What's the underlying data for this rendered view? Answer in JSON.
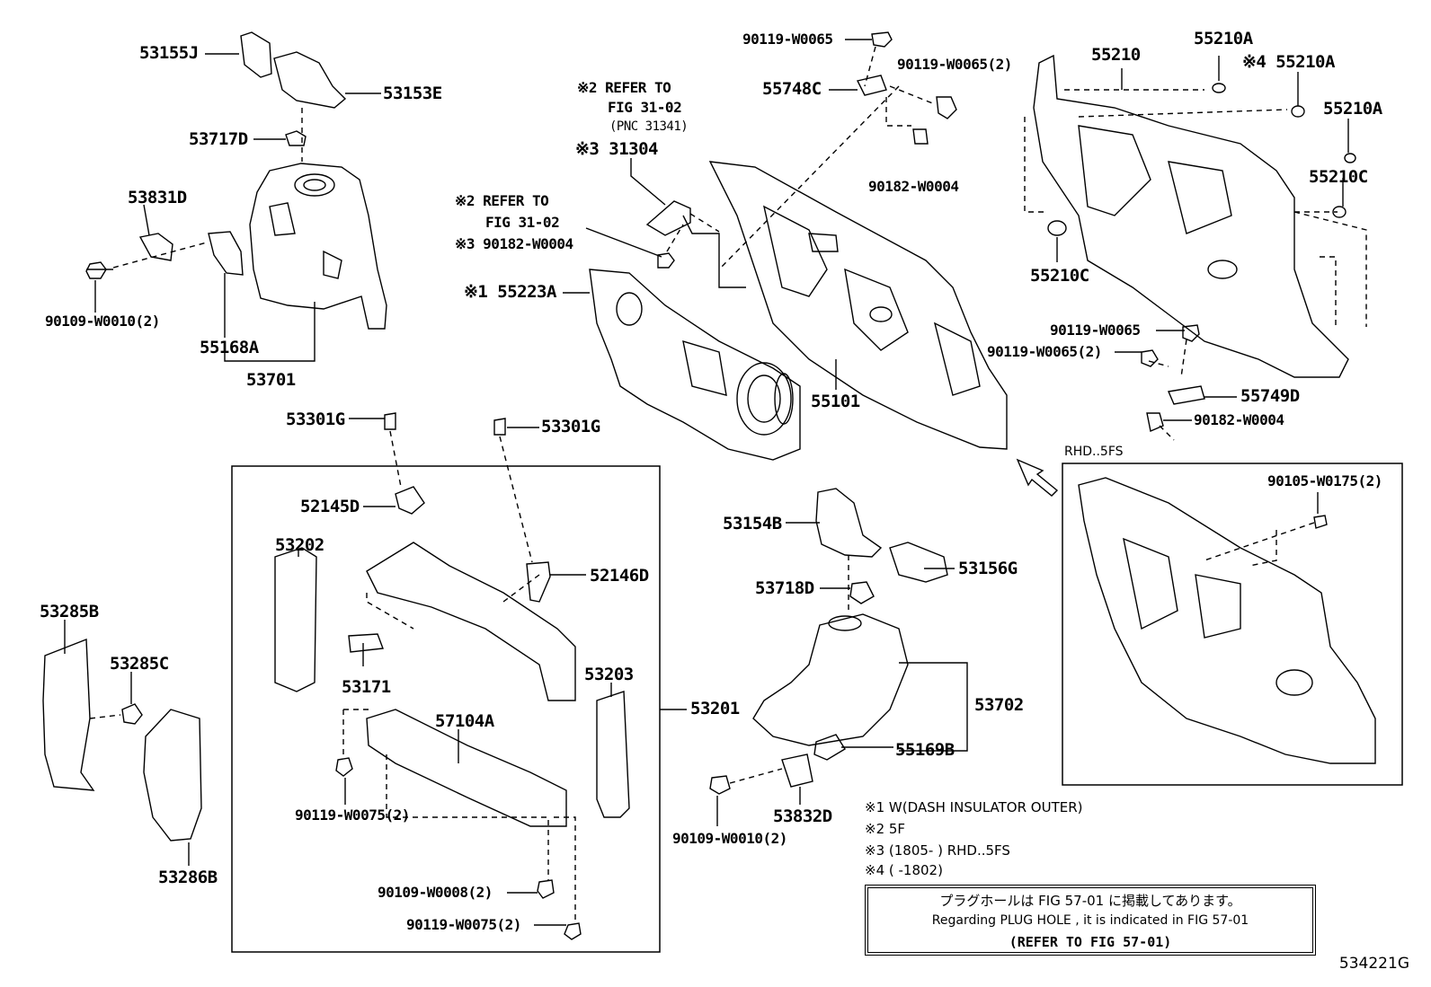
{
  "labels": {
    "p53155J": "53155J",
    "p53153E": "53153E",
    "p53717D": "53717D",
    "p53831D": "53831D",
    "p90109_W0010_a": "90109-W0010(2)",
    "p55168A": "55168A",
    "p53701": "53701",
    "ref2_a": "※2 REFER TO",
    "fig_a": "FIG 31-02",
    "pnc": "(PNC 31341)",
    "p31304": "※3 31304",
    "ref2_b": "※2 REFER TO",
    "fig_b": "FIG 31-02",
    "p90182_W0004_a": "※3 90182-W0004",
    "p55223A": "※1 55223A",
    "p90119_W0065_a": "90119-W0065",
    "p55748C": "55748C",
    "p90119_W0065_2a": "90119-W0065(2)",
    "p90182_W0004_b": "90182-W0004",
    "p55101": "55101",
    "p55210": "55210",
    "p55210A_a": "55210A",
    "p55210A_b": "※4 55210A",
    "p55210A_c": "55210A",
    "p55210C_a": "55210C",
    "p55210C_b": "55210C",
    "p90119_W0065_b": "90119-W0065",
    "p90119_W0065_2b": "90119-W0065(2)",
    "p55749D": "55749D",
    "p90182_W0004_c": "90182-W0004",
    "rhd": "RHD..5FS",
    "p90105_W0175": "90105-W0175(2)",
    "p53301G_a": "53301G",
    "p53301G_b": "53301G",
    "p52145D": "52145D",
    "p53202": "53202",
    "p52146D": "52146D",
    "p53285B": "53285B",
    "p53285C": "53285C",
    "p53171": "53171",
    "p53203": "53203",
    "p53201": "53201",
    "p57104A": "57104A",
    "p90119_W0075_a": "90119-W0075(2)",
    "p53286B": "53286B",
    "p90109_W0008": "90109-W0008(2)",
    "p90119_W0075_b": "90119-W0075(2)",
    "p53154B": "53154B",
    "p53156G": "53156G",
    "p53718D": "53718D",
    "p53702": "53702",
    "p55169B": "55169B",
    "p90109_W0010_b": "90109-W0010(2)",
    "p53832D": "53832D"
  },
  "notes": {
    "n1": "※1 W(DASH INSULATOR OUTER)",
    "n2": "※2 5F",
    "n3": "※3 (1805-      ) RHD..5FS",
    "n4": "※4 (       -1802)"
  },
  "plug_box": {
    "line1": "プラグホールは FIG 57-01 に掲載してあります。",
    "line2": "Regarding  PLUG  HOLE , it is indicated in FIG  57-01",
    "line3": "(REFER TO FIG 57-01)"
  },
  "figure_id": "534221G"
}
